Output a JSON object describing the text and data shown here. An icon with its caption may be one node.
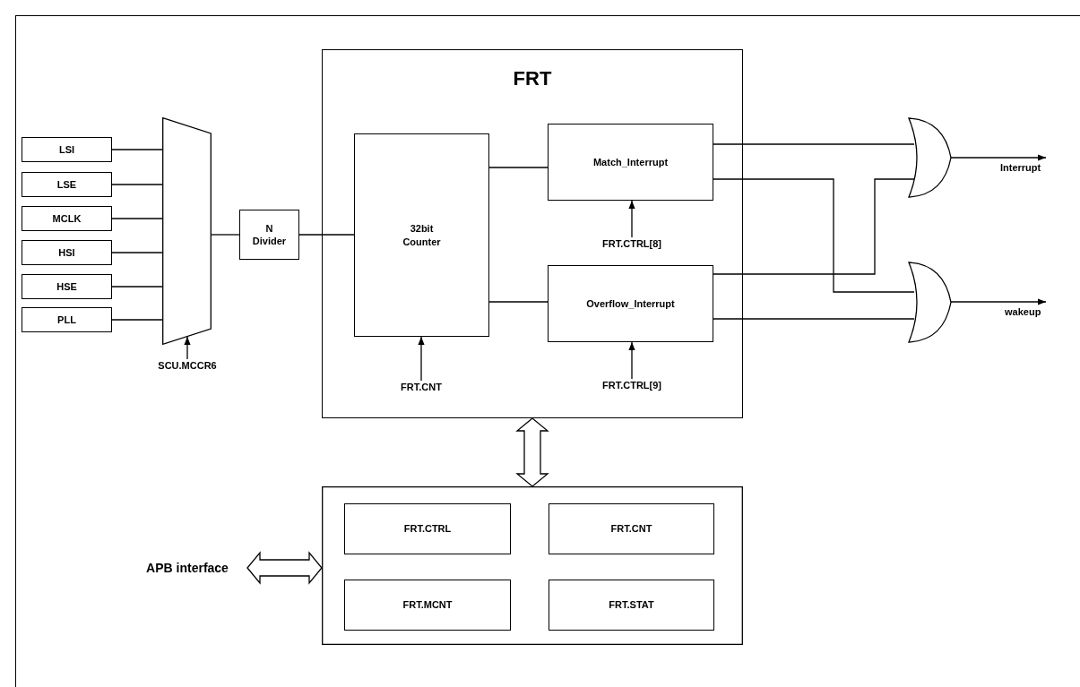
{
  "diagram": {
    "nodes": [
      {
        "text": [
          "LSI"
        ]
      },
      {
        "text": [
          "LSE"
        ]
      },
      {
        "text": [
          "MCLK"
        ]
      },
      {
        "text": [
          "HSI"
        ]
      },
      {
        "text": [
          "HSE"
        ]
      },
      {
        "text": [
          "PLL"
        ]
      },
      {
        "text": [],
        "shape": "trapezoid"
      },
      {
        "text": [
          "SCU.MCCR6"
        ]
      },
      {
        "text": [
          "N Divider"
        ]
      },
      {
        "text": [
          "FRT"
        ]
      },
      {
        "text": [
          "32bit Counter"
        ],
        "in": 9
      },
      {
        "text": [
          "Match_Interrupt"
        ],
        "in": 9
      },
      {
        "text": [
          "FRT.CTRL[8]"
        ],
        "in": 9
      },
      {
        "text": [
          "Overflow_Interrupt"
        ],
        "in": 9
      },
      {
        "text": [
          "FRT.CTRL[9]"
        ],
        "in": 9
      },
      {
        "text": [
          "FRT.CNT"
        ],
        "in": 9
      },
      {
        "text": [],
        "shape": "gate"
      },
      {
        "text": [],
        "shape": "gate"
      },
      {
        "text": [],
        "shape": "box"
      },
      {
        "text": [
          "FRT.CTRL"
        ],
        "in": 18
      },
      {
        "text": [
          "FRT.CNT"
        ],
        "in": 18
      },
      {
        "text": [
          "FRT.MCNT"
        ],
        "in": 18
      },
      {
        "text": [
          "FRT.STAT"
        ],
        "in": 18
      },
      {
        "text": [
          "APB interface"
        ]
      }
    ],
    "edges": [
      {
        "from": 0,
        "to": 6,
        "arrow": "none"
      },
      {
        "from": 1,
        "to": 6,
        "arrow": "none"
      },
      {
        "from": 2,
        "to": 6,
        "arrow": "none"
      },
      {
        "from": 3,
        "to": 6,
        "arrow": "none"
      },
      {
        "from": 4,
        "to": 6,
        "arrow": "none"
      },
      {
        "from": 5,
        "to": 6,
        "arrow": "none"
      },
      {
        "from": 7,
        "to": 6,
        "arrow": "to"
      },
      {
        "from": 6,
        "to": 8,
        "arrow": "none"
      },
      {
        "from": 8,
        "to": 10,
        "arrow": "none"
      },
      {
        "from": 10,
        "to": 11,
        "arrow": "none"
      },
      {
        "from": 10,
        "to": 13,
        "arrow": "none"
      },
      {
        "from": 12,
        "to": 11,
        "arrow": "to"
      },
      {
        "from": 14,
        "to": 13,
        "arrow": "to"
      },
      {
        "from": 15,
        "to": 10,
        "arrow": "to"
      },
      {
        "from": 11,
        "to": 16,
        "arrow": "none"
      },
      {
        "from": 11,
        "to": 17,
        "arrow": "none"
      },
      {
        "from": 13,
        "to": 16,
        "arrow": "none"
      },
      {
        "from": 13,
        "to": 17,
        "arrow": "none"
      },
      {
        "from": 16,
        "to": null,
        "arrow": "to",
        "label": "Interrupt"
      },
      {
        "from": 17,
        "to": null,
        "arrow": "to",
        "label": "wakeup"
      },
      {
        "from": 9,
        "to": 18,
        "arrow": "both",
        "style": "thick"
      },
      {
        "from": 23,
        "to": 18,
        "arrow": "both",
        "style": "thick"
      }
    ]
  }
}
